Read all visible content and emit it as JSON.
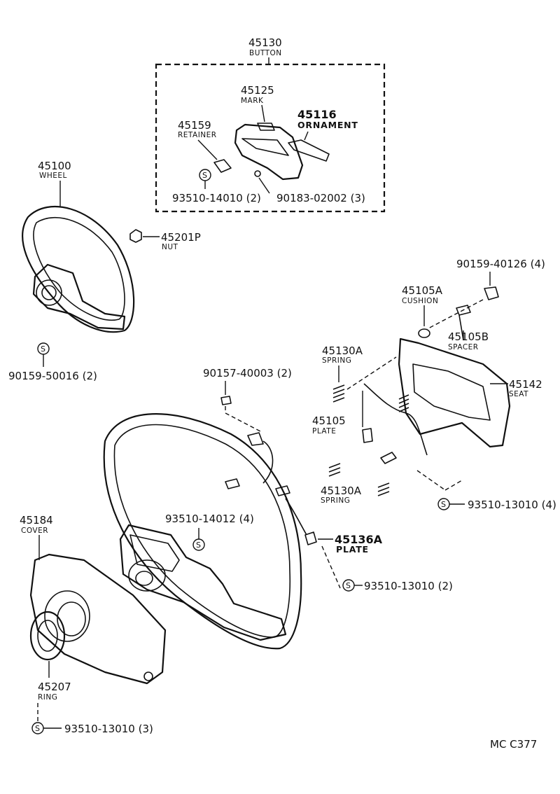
{
  "callouts": {
    "button": {
      "number": "45130",
      "name": "BUTTON"
    },
    "mark": {
      "number": "45125",
      "name": "MARK"
    },
    "retainer": {
      "number": "45159",
      "name": "RETAINER"
    },
    "ornament": {
      "number": "45116",
      "name": "ORNAMENT"
    },
    "screw_button_a": {
      "number": "93510-14010 (2)"
    },
    "screw_button_b": {
      "number": "90183-02002 (3)"
    },
    "wheel": {
      "number": "45100",
      "name": "WHEEL"
    },
    "nut": {
      "number": "45201P",
      "name": "NUT"
    },
    "screw_wheel": {
      "number": "90159-50016 (2)"
    },
    "bolt_seat": {
      "number": "90159-40126 (4)"
    },
    "cushion": {
      "number": "45105A",
      "name": "CUSHION"
    },
    "spacer": {
      "number": "45105B",
      "name": "SPACER"
    },
    "spring_upper": {
      "number": "45130A",
      "name": "SPRING"
    },
    "seat": {
      "number": "45142",
      "name": "SEAT"
    },
    "screw_plate": {
      "number": "90157-40003 (2)"
    },
    "plate": {
      "number": "45105",
      "name": "PLATE"
    },
    "spring_lower": {
      "number": "45130A",
      "name": "SPRING"
    },
    "screw_seat": {
      "number": "93510-13010 (4)"
    },
    "cover": {
      "number": "45184",
      "name": "COVER"
    },
    "screw_center": {
      "number": "93510-14012 (4)"
    },
    "plate_a": {
      "number": "45136A",
      "name": "PLATE"
    },
    "screw_plate_a": {
      "number": "93510-13010 (2)"
    },
    "ring": {
      "number": "45207",
      "name": "RING"
    },
    "screw_ring": {
      "number": "93510-13010 (3)"
    }
  },
  "screw_symbol": "S",
  "figure_code": "MC  C377"
}
